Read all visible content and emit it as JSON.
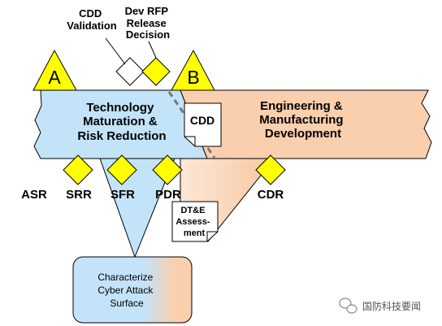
{
  "top_labels": {
    "cdd_validation": [
      "CDD",
      "Validation"
    ],
    "dev_rfp": [
      "Dev RFP",
      "Release",
      "Decision"
    ]
  },
  "milestones": {
    "a": "A",
    "b": "B"
  },
  "phases": {
    "tmrr": [
      "Technology",
      "Maturation &",
      "Risk Reduction"
    ],
    "emd": [
      "Engineering &",
      "Manufacturing",
      "Development"
    ]
  },
  "documents": {
    "cdd": "CDD",
    "dte": [
      "DT&E",
      "Assess-",
      "ment"
    ]
  },
  "reviews": [
    "ASR",
    "SRR",
    "SFR",
    "PDR",
    "CDR"
  ],
  "cyber_box": [
    "Characterize",
    "Cyber Attack",
    "Surface"
  ],
  "watermark": "国防科技要闻",
  "colors": {
    "tmrr_fill": "#c3e3f8",
    "emd_fill": "#f9cfae",
    "diamond": "#ffff00",
    "triangle": "#ffff00"
  }
}
